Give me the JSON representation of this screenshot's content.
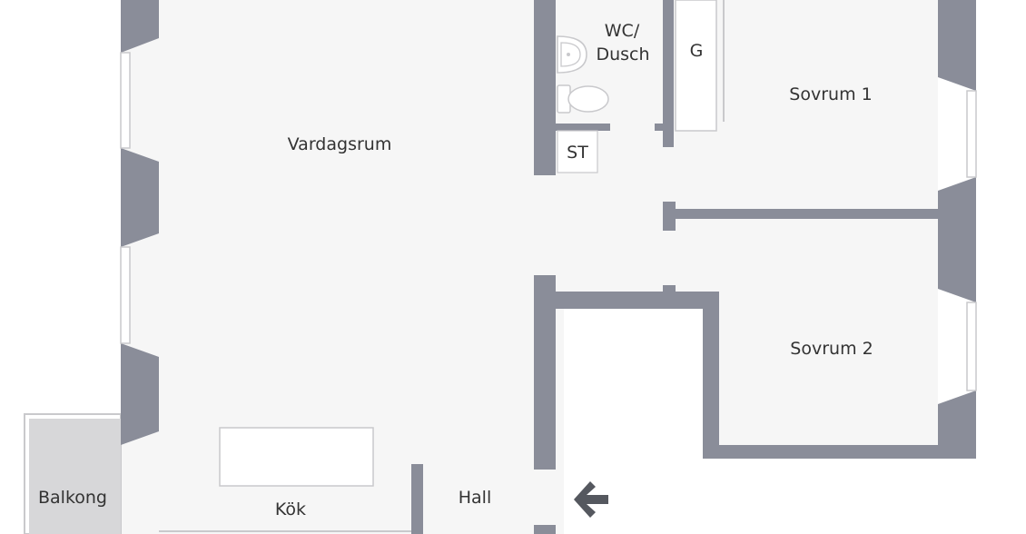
{
  "colors": {
    "wall": "#8a8d99",
    "floor": "#f6f6f6",
    "balcony": "#d7d7d9",
    "fixture_stroke": "#c9c9cc",
    "label": "#333333",
    "entrance_arrow": "#55585f"
  },
  "rooms": {
    "vardagsrum": "Vardagsrum",
    "wc_line1": "WC/",
    "wc_line2": "Dusch",
    "g": "G",
    "st": "ST",
    "sovrum1": "Sovrum 1",
    "sovrum2": "Sovrum 2",
    "balkong": "Balkong",
    "kok": "Kök",
    "hall": "Hall"
  },
  "icons": {
    "entrance": "left-arrow-icon",
    "sink": "sink-icon",
    "toilet": "toilet-icon"
  }
}
